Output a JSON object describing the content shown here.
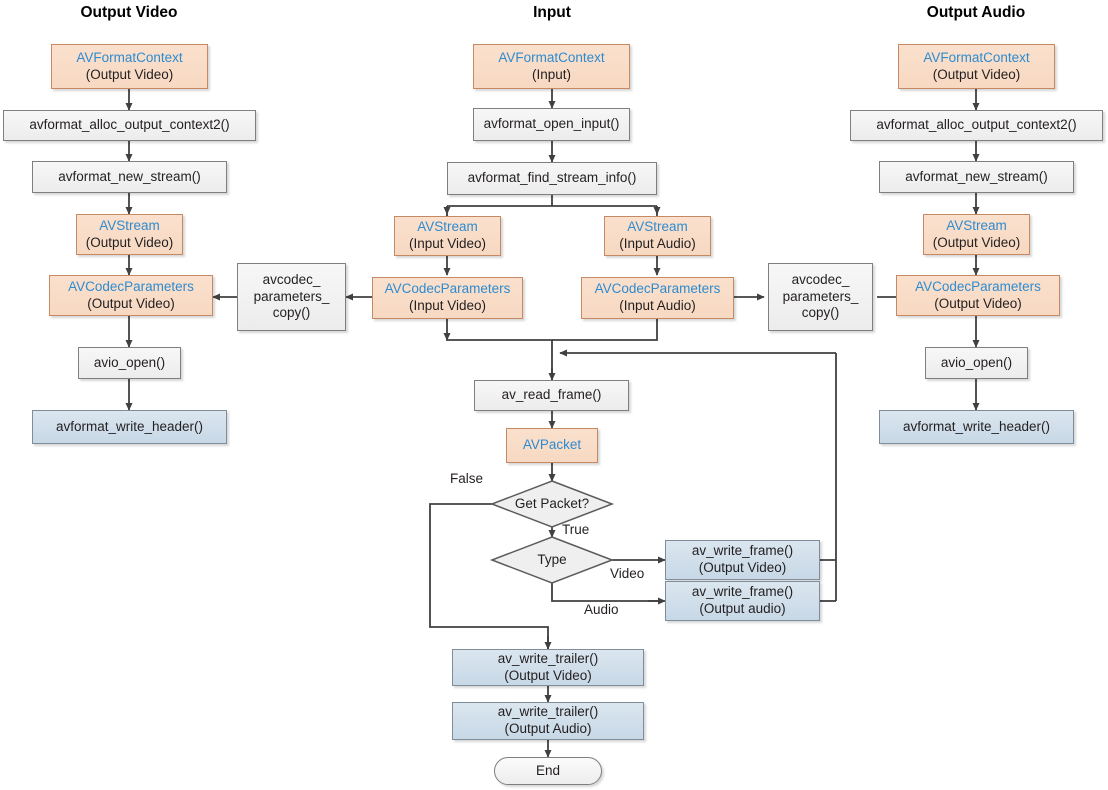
{
  "diagram": {
    "title_columns": [
      {
        "id": "output-video",
        "label": "Output Video"
      },
      {
        "id": "input",
        "label": "Input"
      },
      {
        "id": "output-audio",
        "label": "Output Audio"
      }
    ],
    "colors": {
      "data_fill": "#f7d9c2",
      "data_border": "#c58a63",
      "data_accent_text": "#2e8bd0",
      "process_fill": "#ececec",
      "process_border": "#7f7f7f",
      "io_fill": "#c7d8e6",
      "io_border": "#7f8c99",
      "line": "#404040",
      "text": "#231f20"
    },
    "nodes": [
      {
        "id": "ov-avformatcontext",
        "shape": "data",
        "l1": "AVFormatContext",
        "l2": "(Output Video)"
      },
      {
        "id": "ov-alloc-output-context2",
        "shape": "process",
        "l1": "avformat_alloc_output_context2()",
        "l2": ""
      },
      {
        "id": "ov-new-stream",
        "shape": "process",
        "l1": "avformat_new_stream()",
        "l2": ""
      },
      {
        "id": "ov-avstream",
        "shape": "data",
        "l1": "AVStream",
        "l2": "(Output Video)"
      },
      {
        "id": "ov-avcodecparameters",
        "shape": "data",
        "l1": "AVCodecParameters",
        "l2": "(Output Video)"
      },
      {
        "id": "ov-avio-open",
        "shape": "process",
        "l1": "avio_open()",
        "l2": ""
      },
      {
        "id": "ov-write-header",
        "shape": "io",
        "l1": "avformat_write_header()",
        "l2": ""
      },
      {
        "id": "copy-left",
        "shape": "process",
        "l1": "avcodec_",
        "l2": "parameters_",
        "l3": "copy()"
      },
      {
        "id": "in-avformatcontext",
        "shape": "data",
        "l1": "AVFormatContext",
        "l2": "(Input)"
      },
      {
        "id": "in-open-input",
        "shape": "process",
        "l1": "avformat_open_input()",
        "l2": ""
      },
      {
        "id": "in-find-stream-info",
        "shape": "process",
        "l1": "avformat_find_stream_info()",
        "l2": ""
      },
      {
        "id": "in-avstream-video",
        "shape": "data",
        "l1": "AVStream",
        "l2": "(Input Video)"
      },
      {
        "id": "in-avstream-audio",
        "shape": "data",
        "l1": "AVStream",
        "l2": "(Input Audio)"
      },
      {
        "id": "in-avcodecparameters-video",
        "shape": "data",
        "l1": "AVCodecParameters",
        "l2": "(Input Video)"
      },
      {
        "id": "in-avcodecparameters-audio",
        "shape": "data",
        "l1": "AVCodecParameters",
        "l2": "(Input  Audio)"
      },
      {
        "id": "in-av-read-frame",
        "shape": "process",
        "l1": "av_read_frame()",
        "l2": ""
      },
      {
        "id": "in-avpacket",
        "shape": "data",
        "l1": "AVPacket",
        "l2": ""
      },
      {
        "id": "dec-get-packet",
        "shape": "decision",
        "l1": "Get Packet?",
        "l2": ""
      },
      {
        "id": "dec-type",
        "shape": "decision",
        "l1": "Type",
        "l2": ""
      },
      {
        "id": "write-frame-video",
        "shape": "io",
        "l1": "av_write_frame()",
        "l2": "(Output Video)"
      },
      {
        "id": "write-frame-audio",
        "shape": "io",
        "l1": "av_write_frame()",
        "l2": "(Output audio)"
      },
      {
        "id": "write-trailer-video",
        "shape": "io",
        "l1": "av_write_trailer()",
        "l2": "(Output Video)"
      },
      {
        "id": "write-trailer-audio",
        "shape": "io",
        "l1": "av_write_trailer()",
        "l2": "(Output Audio)"
      },
      {
        "id": "end",
        "shape": "terminator",
        "l1": "End",
        "l2": ""
      },
      {
        "id": "copy-right",
        "shape": "process",
        "l1": "avcodec_",
        "l2": "parameters_",
        "l3": "copy()"
      },
      {
        "id": "oa-avformatcontext",
        "shape": "data",
        "l1": "AVFormatContext",
        "l2": "(Output Video)"
      },
      {
        "id": "oa-alloc-output-context2",
        "shape": "process",
        "l1": "avformat_alloc_output_context2()",
        "l2": ""
      },
      {
        "id": "oa-new-stream",
        "shape": "process",
        "l1": "avformat_new_stream()",
        "l2": ""
      },
      {
        "id": "oa-avstream",
        "shape": "data",
        "l1": "AVStream",
        "l2": "(Output Video)"
      },
      {
        "id": "oa-avcodecparameters",
        "shape": "data",
        "l1": "AVCodecParameters",
        "l2": "(Output Video)"
      },
      {
        "id": "oa-avio-open",
        "shape": "process",
        "l1": "avio_open()",
        "l2": ""
      },
      {
        "id": "oa-write-header",
        "shape": "io",
        "l1": "avformat_write_header()",
        "l2": ""
      }
    ],
    "edge_labels": [
      {
        "id": "false",
        "text": "False"
      },
      {
        "id": "true",
        "text": "True"
      },
      {
        "id": "video",
        "text": "Video"
      },
      {
        "id": "audio",
        "text": "Audio"
      }
    ]
  }
}
